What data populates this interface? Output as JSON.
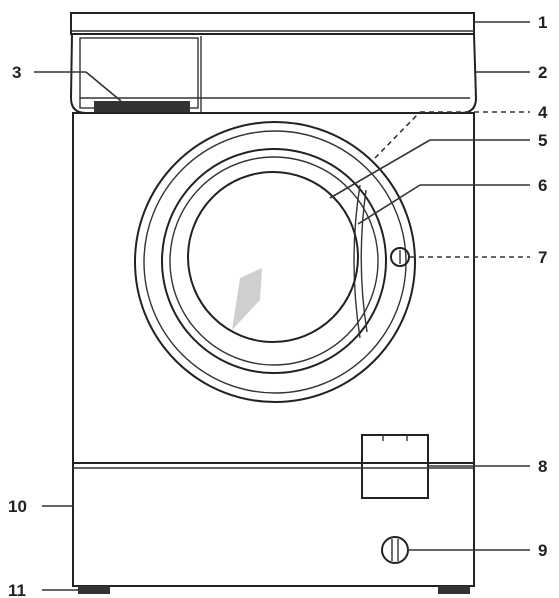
{
  "callouts": {
    "c1": "1",
    "c2": "2",
    "c3": "3",
    "c4": "4",
    "c5": "5",
    "c6": "6",
    "c7": "7",
    "c8": "8",
    "c9": "9",
    "c10": "10",
    "c11": "11"
  },
  "colors": {
    "line": "#222222",
    "glass_tint": "#e8e8e8",
    "body_fill": "#fbfbfb"
  }
}
